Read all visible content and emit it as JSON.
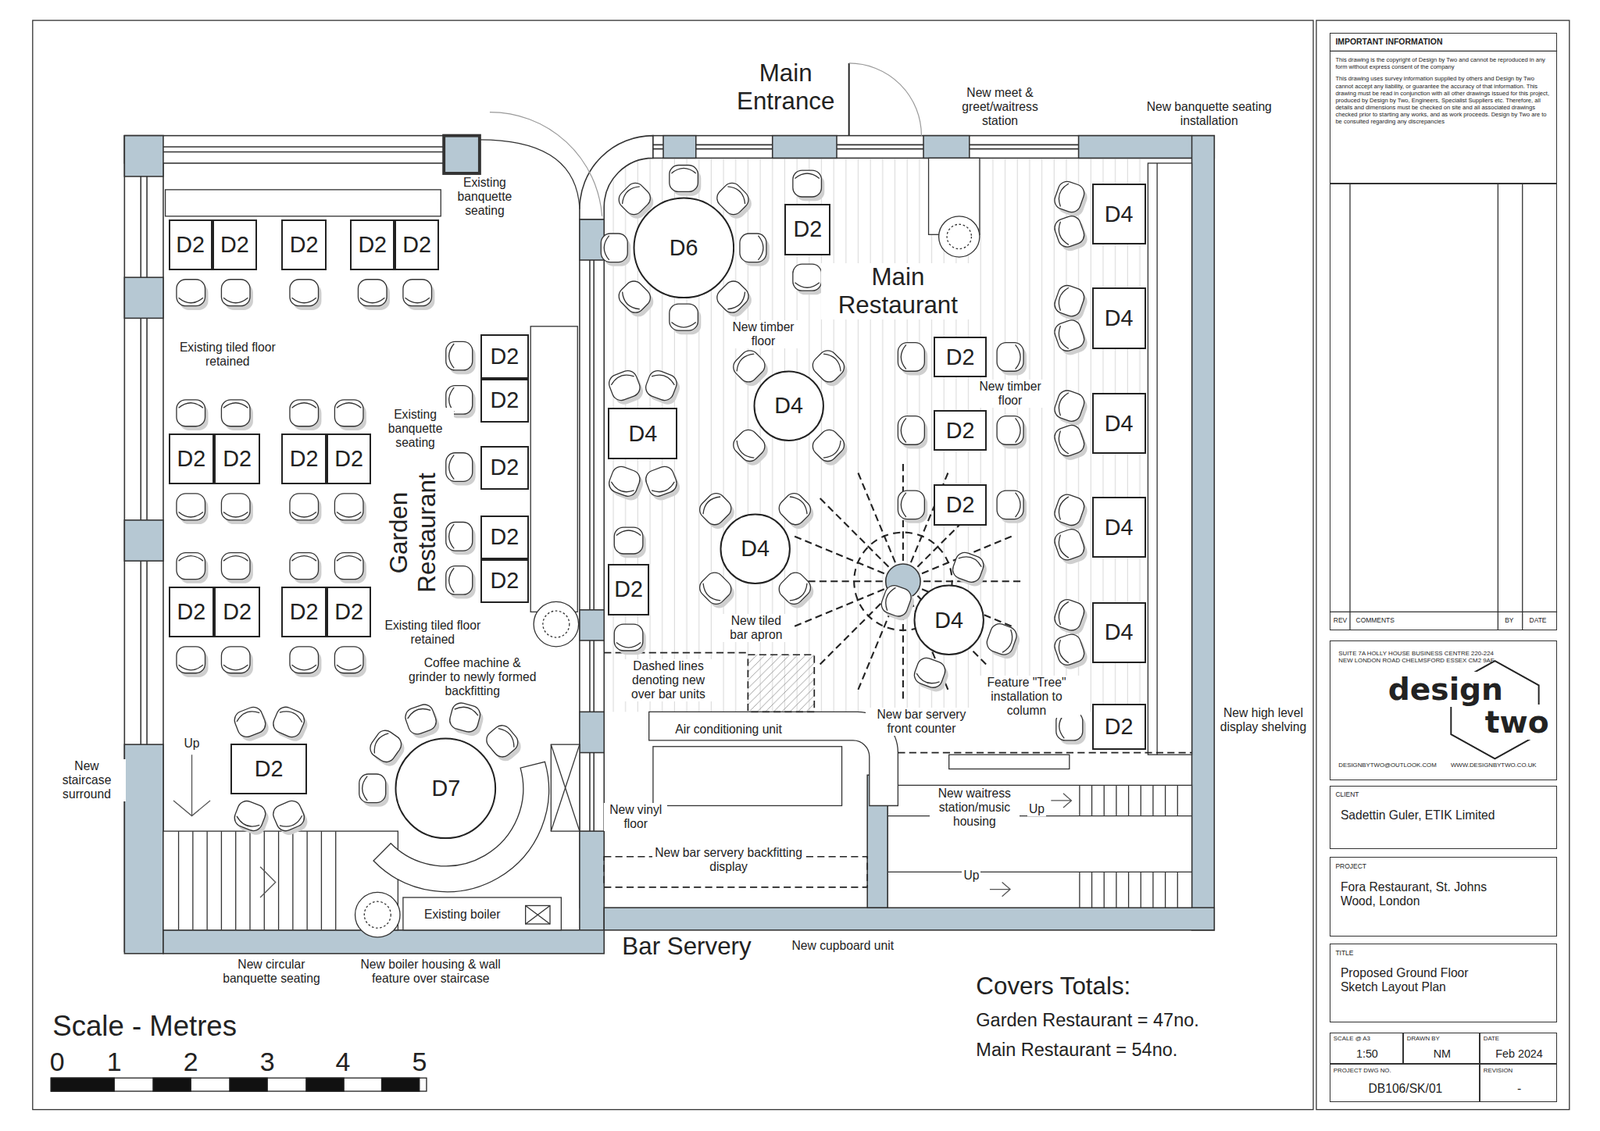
{
  "diagram": {
    "nodes": [
      {
        "text": [
          "D2"
        ]
      },
      {
        "text": [
          "D2"
        ]
      },
      {
        "text": [
          "D2"
        ]
      },
      {
        "text": [
          "D2"
        ]
      },
      {
        "text": [
          "D2"
        ]
      },
      {
        "text": [
          "D2"
        ]
      },
      {
        "text": [
          "D2"
        ]
      },
      {
        "text": [
          "D2"
        ]
      },
      {
        "text": [
          "D2"
        ]
      },
      {
        "text": [
          "D2"
        ]
      },
      {
        "text": [
          "D2"
        ]
      },
      {
        "text": [
          "D2"
        ]
      },
      {
        "text": [
          "D2"
        ]
      },
      {
        "text": [
          "D2"
        ]
      },
      {
        "text": [
          "D2"
        ]
      },
      {
        "text": [
          "D2"
        ]
      },
      {
        "text": [
          "D2"
        ]
      },
      {
        "text": [
          "D2"
        ]
      },
      {
        "text": [
          "D2"
        ]
      },
      {
        "text": [
          "D7"
        ]
      },
      {
        "text": [
          "D6"
        ]
      },
      {
        "text": [
          "D2"
        ]
      },
      {
        "text": [
          "D4"
        ]
      },
      {
        "text": [
          "D4"
        ]
      },
      {
        "text": [
          "D2"
        ]
      },
      {
        "text": [
          "D2"
        ]
      },
      {
        "text": [
          "D2"
        ]
      },
      {
        "text": [
          "D4"
        ]
      },
      {
        "text": [
          "D2"
        ]
      },
      {
        "text": [
          "D4"
        ]
      },
      {
        "text": [
          "D4"
        ]
      },
      {
        "text": [
          "D4"
        ]
      },
      {
        "text": [
          "D4"
        ]
      },
      {
        "text": [
          "D4"
        ]
      },
      {
        "text": [
          "D4"
        ]
      },
      {
        "text": [
          "D2"
        ]
      },
      {
        "text": [
          "IMPORTANT INFORMATION",
          "This drawing is the copyright of Design by Two and cannot be reproduced in any form without express consent of the company",
          "This drawing uses survey information supplied by others and Design by Two cannot accept any liability, or guarantee the accuracy of that information. This drawing must be read in conjunction with all other drawings issued for this project, produced by Design by Two, Engineers, Specialist Suppliers etc. Therefore, all details and dimensions must be checked on site and all associated drawings checked prior to starting any works, and as work proceeds. Design by Two are to be consulted regarding any discrepancies"
        ]
      },
      {
        "text": [
          "REV",
          "COMMENTS",
          "BY",
          "DATE"
        ]
      },
      {
        "text": [
          "SUITE 7A HOLLY HOUSE BUSINESS CENTRE 220-224 NEW LONDON ROAD CHELMSFORD ESSEX CM2 9AE",
          "design",
          "two",
          "DESIGNBYTWO@OUTLOOK.COM",
          "WWW.DESIGNBYTWO.CO.UK"
        ]
      },
      {
        "text": [
          "CLIENT",
          "Sadettin Guler, ETIK Limited"
        ]
      },
      {
        "text": [
          "PROJECT",
          "Fora Restaurant, St. Johns Wood, London"
        ]
      },
      {
        "text": [
          "TITLE",
          "Proposed Ground Floor Sketch Layout Plan"
        ]
      },
      {
        "text": [
          "SCALE @ A3",
          "1:50"
        ]
      },
      {
        "text": [
          "DRAWN BY",
          "NM"
        ]
      },
      {
        "text": [
          "DATE",
          "Feb 2024"
        ]
      },
      {
        "text": [
          "PROJECT DWG NO.",
          "DB106/SK/01"
        ]
      },
      {
        "text": [
          "REVISION",
          "-"
        ]
      }
    ],
    "labels": [
      "Main Entrance",
      "New meet & greet/waitress station",
      "New banquette seating installation",
      "Existing banquette seating",
      "Main Restaurant",
      "Existing tiled floor retained",
      "New timber floor",
      "New timber floor",
      "Existing banquette seating",
      "Garden Restaurant",
      "Existing tiled floor retained",
      "Coffee machine & grinder to newly formed backfitting",
      "New tiled bar apron",
      "Dashed lines denoting new over bar units",
      "New bar servery front counter",
      "Feature \"Tree\" installation to column",
      "New high level display shelving",
      "Air conditioning unit",
      "New waitress station/music housing",
      "Up",
      "Up",
      "Up",
      "New staircase surround",
      "New vinyl floor",
      "New bar servery backfitting display",
      "Existing boiler",
      "Bar Servery",
      "New cupboard unit",
      "New circular banquette seating",
      "New boiler housing & wall feature over staircase",
      "Scale - Metres",
      "0",
      "1",
      "2",
      "3",
      "4",
      "5",
      "Covers Totals:",
      "Garden Restaurant = 47no.",
      "Main Restaurant = 54no."
    ]
  }
}
